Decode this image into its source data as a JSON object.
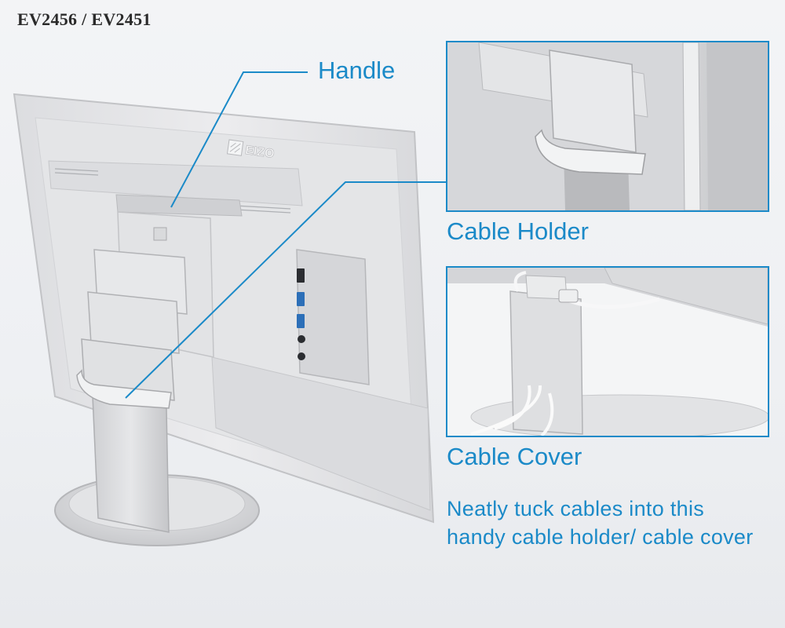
{
  "header": {
    "model_title": "EV2456 / EV2451"
  },
  "monitor": {
    "brand_logo": "EIZO"
  },
  "callouts": {
    "handle": "Handle",
    "cable_holder": "Cable Holder",
    "cable_cover": "Cable Cover"
  },
  "description": "Neatly tuck cables into this handy cable holder/ cable cover",
  "colors": {
    "accent": "#1b8ac8",
    "monitor_body": "#e9eaec",
    "background": "#f0f1f3"
  }
}
